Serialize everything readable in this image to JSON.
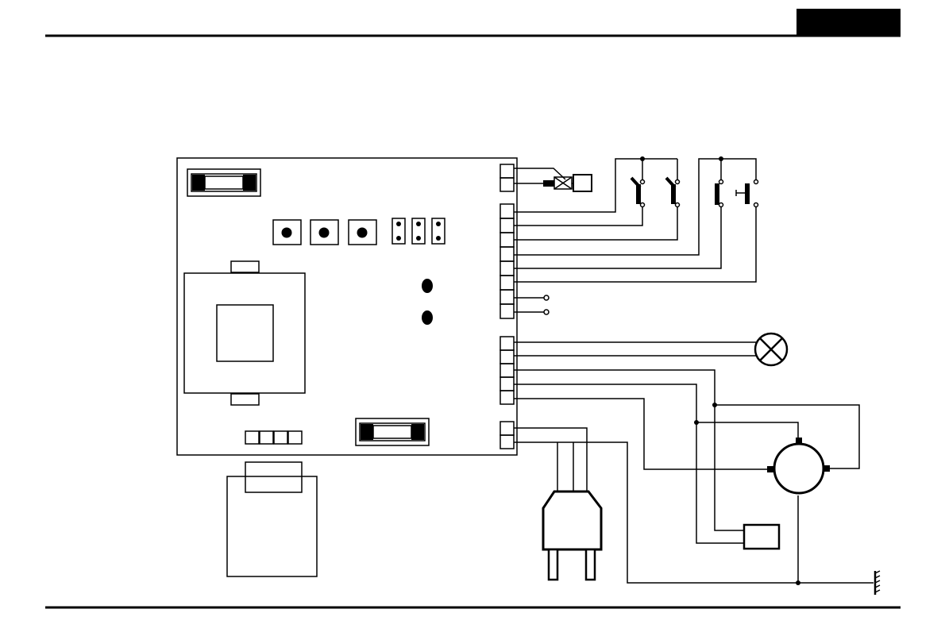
{
  "page": {
    "header_tab_text": "",
    "colors": {
      "ink": "#000000",
      "paper": "#ffffff"
    }
  },
  "diagram": {
    "components": [
      "control-board",
      "fuse-top",
      "fuse-bottom",
      "push-buttons",
      "jumpers",
      "leds",
      "transformer",
      "terminal-blocks",
      "antenna",
      "limit-switches",
      "pushbutton-switches",
      "warning-lamp",
      "motor",
      "capacitor",
      "mains-plug",
      "ground",
      "battery-pack"
    ]
  }
}
